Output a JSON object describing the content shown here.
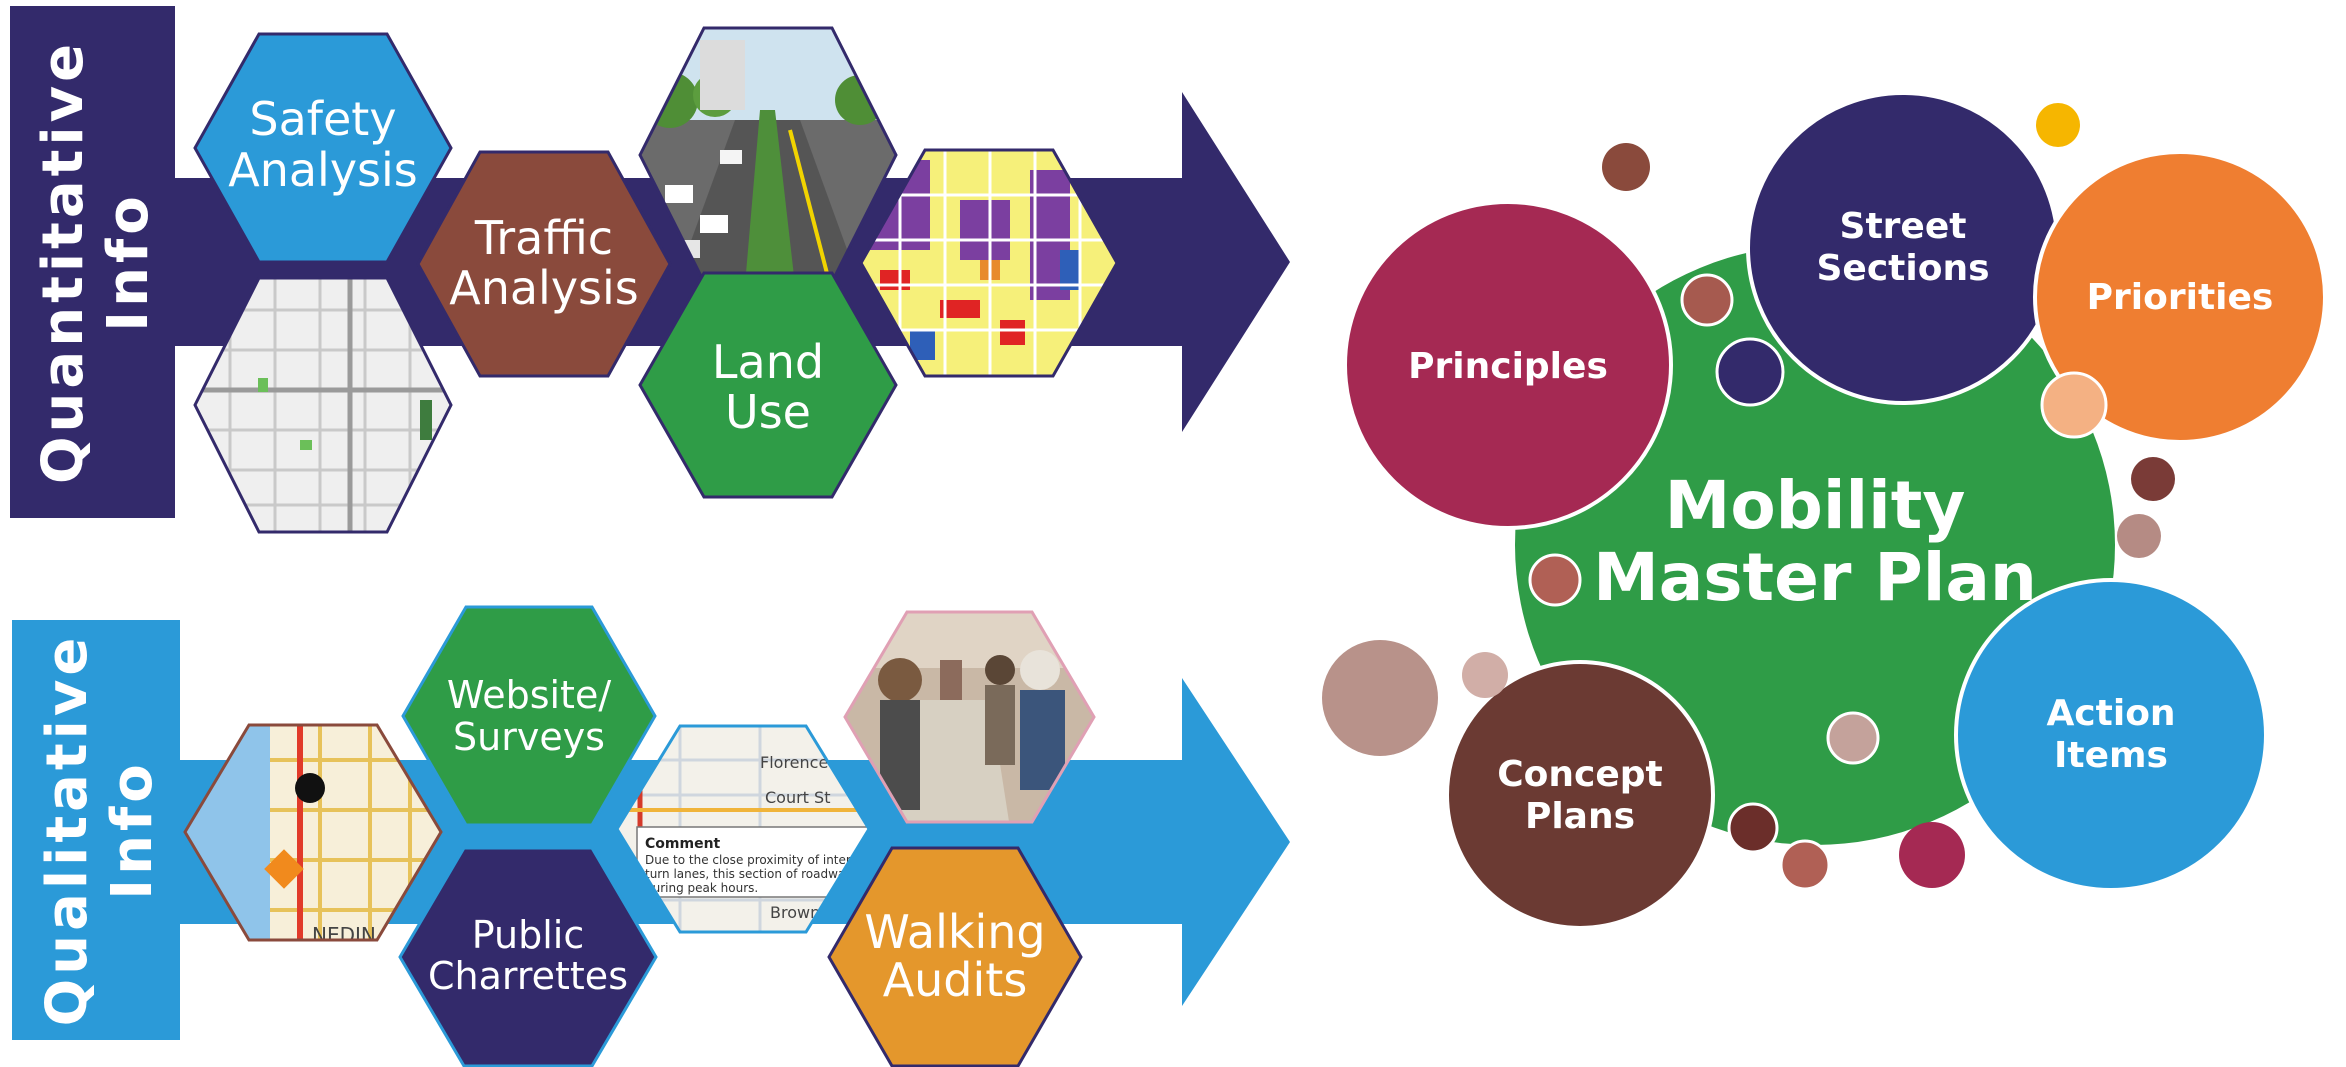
{
  "colors": {
    "navy": "#332a6b",
    "sky": "#2b9ad8",
    "brown": "#8a4a3c",
    "green": "#2f9c47",
    "orange": "#e4972c",
    "crimson": "#a52953",
    "priority_orange": "#ef7e31",
    "concept_brown": "#6b3a33",
    "yellow": "#f6b600"
  },
  "quantitative": {
    "side_label_line1": "Quantitative",
    "side_label_line2": "Info",
    "hexes": {
      "safety": {
        "line1": "Safety",
        "line2": "Analysis"
      },
      "traffic": {
        "line1": "Traffic",
        "line2": "Analysis"
      },
      "land_use": {
        "line1": "Land",
        "line2": "Use"
      }
    },
    "icons": [
      "street-map-icon",
      "street-rendering-icon",
      "land-use-map-icon"
    ]
  },
  "qualitative": {
    "side_label_line1": "Qualitative",
    "side_label_line2": "Info",
    "hexes": {
      "website": {
        "line1": "Website/",
        "line2": "Surveys"
      },
      "charrettes": {
        "line1": "Public",
        "line2": "Charrettes"
      },
      "walking": {
        "line1": "Walking",
        "line2": "Audits"
      }
    },
    "comment_card": {
      "street_1": "Florence St",
      "street_2": "Court St",
      "street_3": "Browning St",
      "title": "Comment",
      "line1": "Due to the close proximity of intersections and",
      "line2": "turn lanes, this section of roadway is very da",
      "line3": "during peak hours."
    },
    "map_label": "NEDIN",
    "icons": [
      "crash-map-icon",
      "comment-map-icon",
      "workshop-photo-icon"
    ]
  },
  "bubbles": {
    "center": {
      "line1": "Mobility",
      "line2": "Master Plan"
    },
    "principles": "Principles",
    "street_sections": {
      "line1": "Street",
      "line2": "Sections"
    },
    "priorities": "Priorities",
    "action_items": {
      "line1": "Action",
      "line2": "Items"
    },
    "concept_plans": {
      "line1": "Concept",
      "line2": "Plans"
    }
  }
}
